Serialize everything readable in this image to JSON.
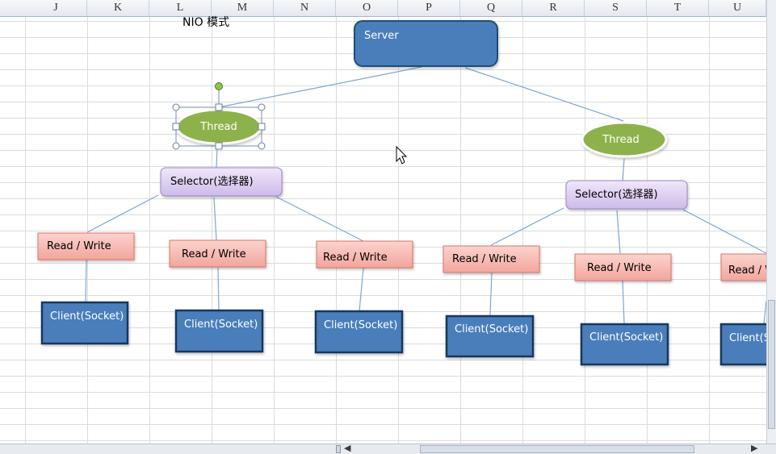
{
  "columns": [
    "J",
    "K",
    "L",
    "M",
    "N",
    "O",
    "P",
    "Q",
    "R",
    "S",
    "T",
    "U"
  ],
  "title": "NIO 模式",
  "server": "Server",
  "thread_label": "Thread",
  "selector_label": "Selector(选择器)",
  "rw_label": "Read / Write",
  "client_label": "Client(Socket)",
  "scroll": {
    "left_arrow": "◀",
    "right_arrow": "▶"
  },
  "colors": {
    "server_fill": "#4a7ebb",
    "thread_fill": "#8eb24b",
    "selector_fill": "#d9cbf0",
    "rw_fill": "#f6b7b0",
    "client_fill": "#4a7ebb",
    "connector": "#7da6cf"
  }
}
